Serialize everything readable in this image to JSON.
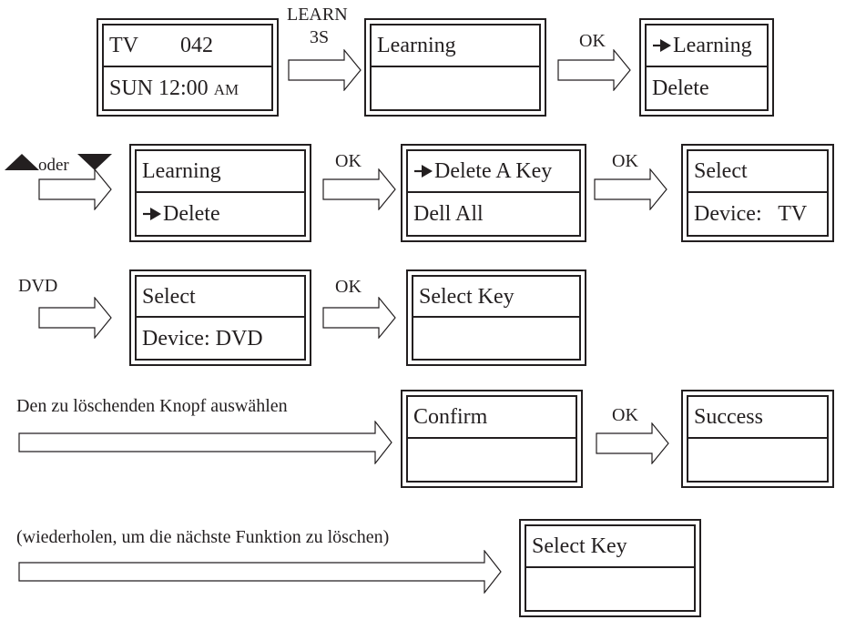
{
  "steps": {
    "s1": {
      "top_a": "TV",
      "top_b": "042",
      "bottom_main": "SUN 12:00",
      "bottom_suffix": "AM"
    },
    "s2": {
      "top": "Learning",
      "bottom": ""
    },
    "s3": {
      "top": "Learning",
      "bottom": "Delete",
      "pointer_row": "top"
    },
    "s4": {
      "top": "Learning",
      "bottom": "Delete",
      "pointer_row": "bottom"
    },
    "s5": {
      "top": "Delete A Key",
      "bottom": "Dell All",
      "pointer_row": "top"
    },
    "s6": {
      "top": "Select",
      "bottom": "Device:   TV"
    },
    "s7": {
      "top": "Select",
      "bottom": "Device: DVD"
    },
    "s8": {
      "top": "Select Key",
      "bottom": ""
    },
    "s9": {
      "top": "Confirm",
      "bottom": ""
    },
    "s10": {
      "top": "Success",
      "bottom": ""
    },
    "s11": {
      "top": "Select Key",
      "bottom": ""
    }
  },
  "labels": {
    "learn": "LEARN",
    "three_s": "3S",
    "ok": "OK",
    "oder": "oder",
    "dvd": "DVD",
    "select_knob": "Den zu löschenden Knopf auswählen",
    "repeat": "(wiederholen, um die nächste Funktion zu löschen)"
  },
  "icons": {
    "up": "up-triangle-icon",
    "down": "down-triangle-icon",
    "pointer": "right-pointer-arrow-icon",
    "flow_arrow": "hollow-right-arrow-icon"
  }
}
